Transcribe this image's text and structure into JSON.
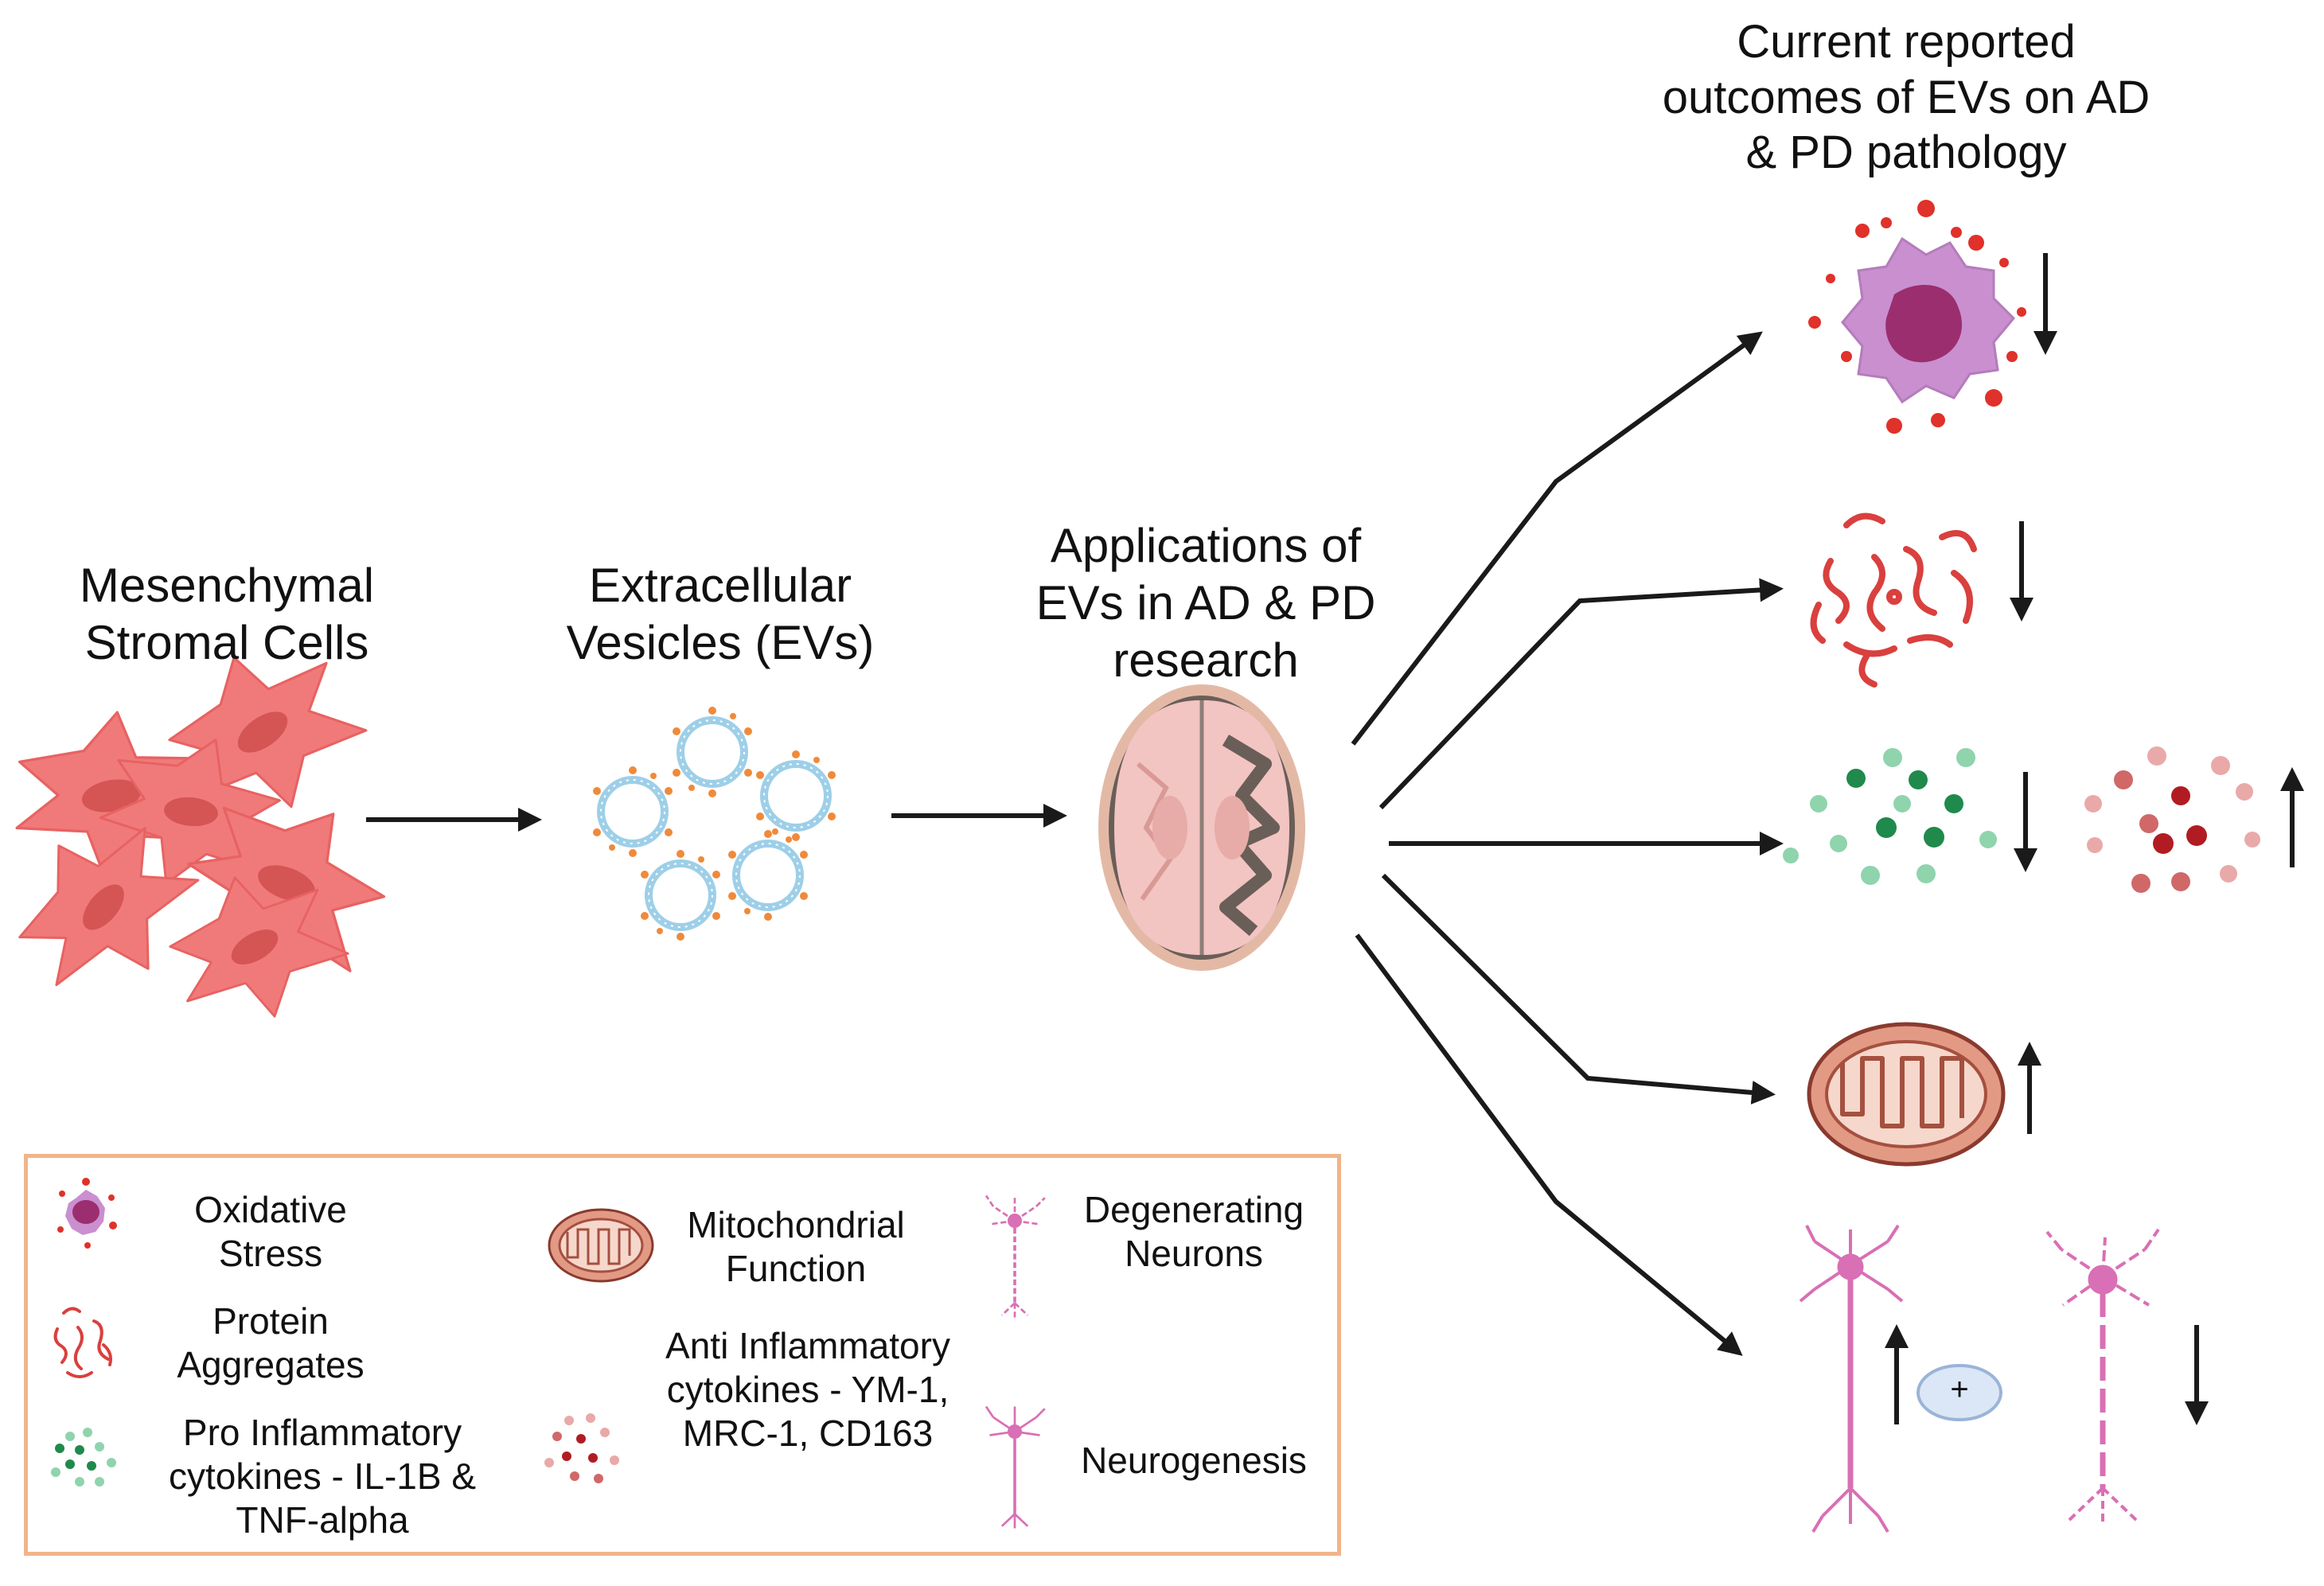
{
  "main": {
    "msc_label": "Mesenchymal Stromal Cells",
    "ev_label": "Extracellular Vesicles (EVs)",
    "applications_label": "Applications of EVs in AD & PD research",
    "outcomes_title": "Current reported outcomes of EVs on AD & PD pathology"
  },
  "outcomes": [
    {
      "name": "Oxidative Stress",
      "direction": "down"
    },
    {
      "name": "Protein Aggregates",
      "direction": "down"
    },
    {
      "name": "Pro Inflammatory cytokines",
      "direction": "down"
    },
    {
      "name": "Anti Inflammatory cytokines",
      "direction": "up"
    },
    {
      "name": "Mitochondrial Function",
      "direction": "up"
    },
    {
      "name": "Neurogenesis",
      "direction": "up"
    },
    {
      "name": "Degenerating Neurons",
      "direction": "down"
    }
  ],
  "plus_symbol": "+",
  "legend": {
    "oxidative": "Oxidative Stress",
    "protein": "Protein Aggregates",
    "pro_inflammatory": "Pro Inflammatory cytokines - IL-1B & TNF-alpha",
    "mitochondrial": "Mitochondrial Function",
    "anti_inflammatory": "Anti Inflammatory cytokines - YM-1, MRC-1, CD163",
    "degenerating": "Degenerating Neurons",
    "neurogenesis": "Neurogenesis"
  },
  "colors": {
    "cell": "#f07a7a",
    "cell_nucleus": "#d55454",
    "vesicle": "#9ecfe8",
    "vesicle_dot": "#f08a3a",
    "brain": "#f2c4c2",
    "oxidative_cell": "#c98fcf",
    "oxidative_nucleus": "#9b2e6e",
    "oxidative_dots": "#e0312a",
    "aggregate": "#d9403e",
    "pro_dark": "#1f8a4c",
    "pro_light": "#8fd4ad",
    "anti_dark": "#b11c22",
    "anti_light": "#e9a9a9",
    "mito": "#e39a85",
    "neuron": "#d96fb4",
    "legend_border": "#f1b48a"
  }
}
